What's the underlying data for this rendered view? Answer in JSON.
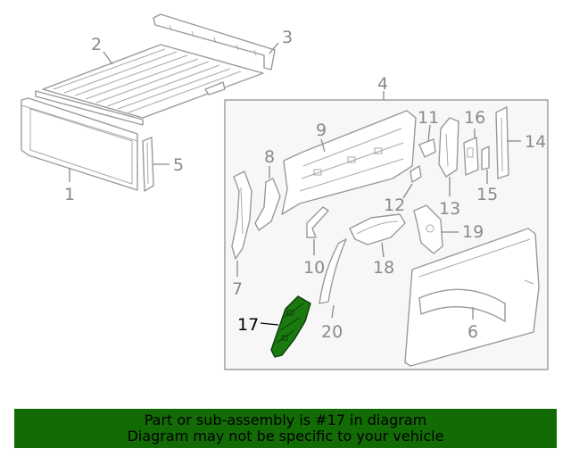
{
  "callouts": {
    "c1": "1",
    "c2": "2",
    "c3": "3",
    "c4": "4",
    "c5": "5",
    "c6": "6",
    "c7": "7",
    "c8": "8",
    "c9": "9",
    "c10": "10",
    "c11": "11",
    "c12": "12",
    "c13": "13",
    "c14": "14",
    "c15": "15",
    "c16": "16",
    "c17": "17",
    "c18": "18",
    "c19": "19",
    "c20": "20"
  },
  "highlight": {
    "part_number": "17",
    "color": "#1a7a10"
  },
  "banner": {
    "line1": "Part or sub-assembly is #17 in diagram",
    "line2": "Diagram may not be specific to your vehicle",
    "background": "#136b06"
  }
}
